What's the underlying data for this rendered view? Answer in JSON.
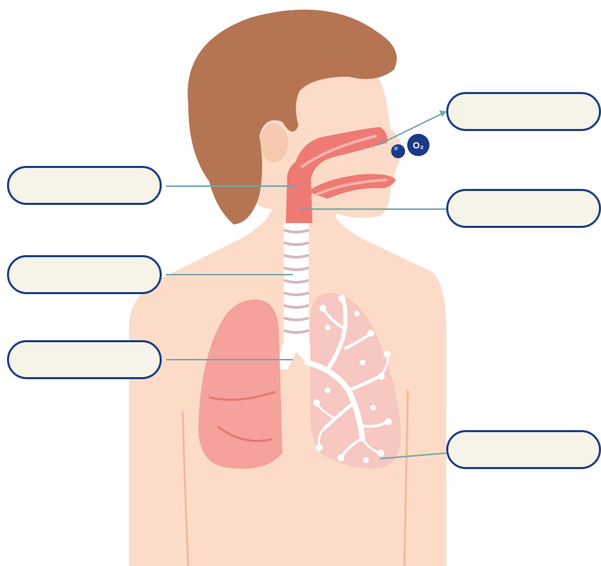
{
  "colors": {
    "skin": "#fcdcc8",
    "skin_shadow": "#f6c9b0",
    "hair": "#b57553",
    "airway": "#ee7a74",
    "airway_light": "#f8b3ab",
    "left_lung": "#f4a29b",
    "right_lung": "#f7c7c1",
    "bronchi": "#ffffff",
    "trachea_ring": "#d7b8c2",
    "pointer_line": "#6fa7a7",
    "label_border": "#1f3f86",
    "label_fill": "#f6f4e8",
    "molecule": "#1a3a86"
  },
  "molecule": {
    "label": "O₂"
  },
  "labels": {
    "left": [
      {
        "id": "pharynx",
        "text": ""
      },
      {
        "id": "trachea",
        "text": ""
      },
      {
        "id": "bronchus",
        "text": ""
      }
    ],
    "right": [
      {
        "id": "nasal-cavity",
        "text": ""
      },
      {
        "id": "larynx",
        "text": ""
      },
      {
        "id": "lung",
        "text": ""
      }
    ]
  }
}
